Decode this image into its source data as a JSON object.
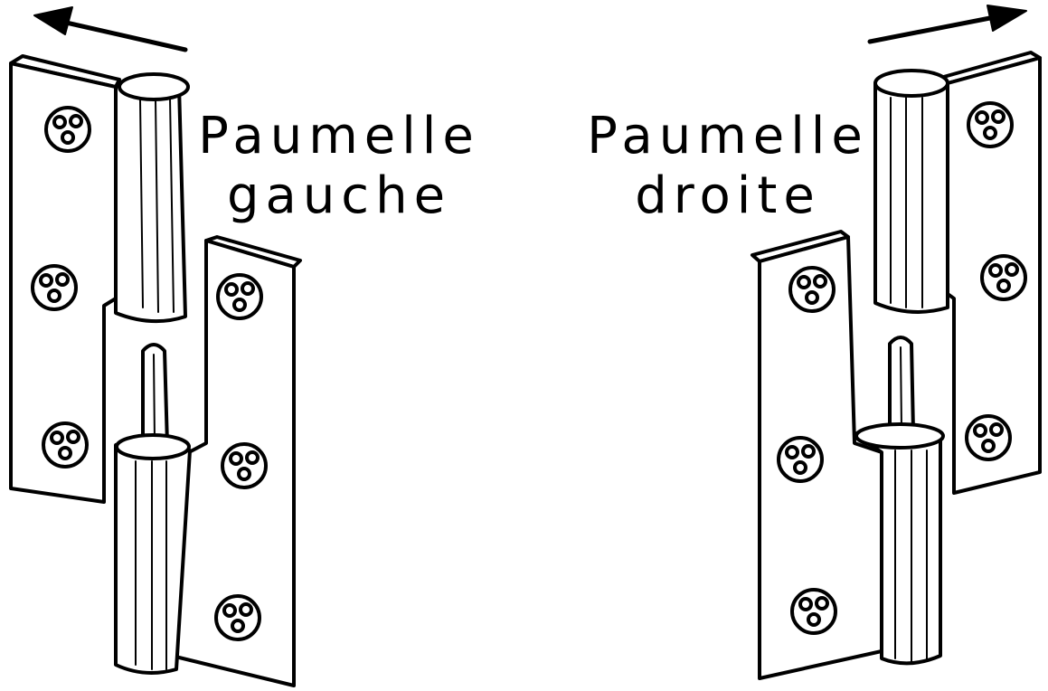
{
  "labels": {
    "left": {
      "line1": "Paumelle",
      "line2": "gauche"
    },
    "right": {
      "line1": "Paumelle",
      "line2": "droite"
    }
  },
  "colors": {
    "ink": "#000000",
    "paper": "#ffffff"
  },
  "icons": {
    "left_arrow": "arrow-left-icon",
    "right_arrow": "arrow-right-icon"
  }
}
